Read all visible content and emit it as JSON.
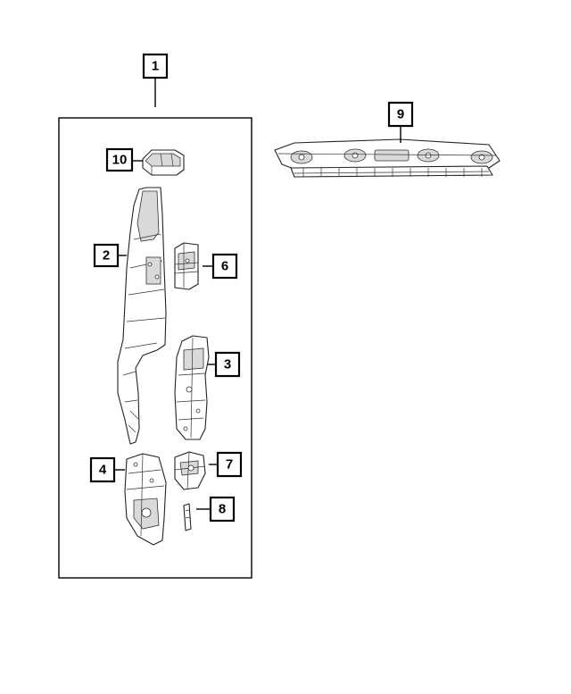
{
  "callouts": {
    "c1": "1",
    "c2": "2",
    "c3": "3",
    "c4": "4",
    "c6": "6",
    "c7": "7",
    "c8": "8",
    "c9": "9",
    "c10": "10"
  },
  "colors": {
    "line": "#000000",
    "background": "#ffffff",
    "shade": "#d9d9d9"
  }
}
